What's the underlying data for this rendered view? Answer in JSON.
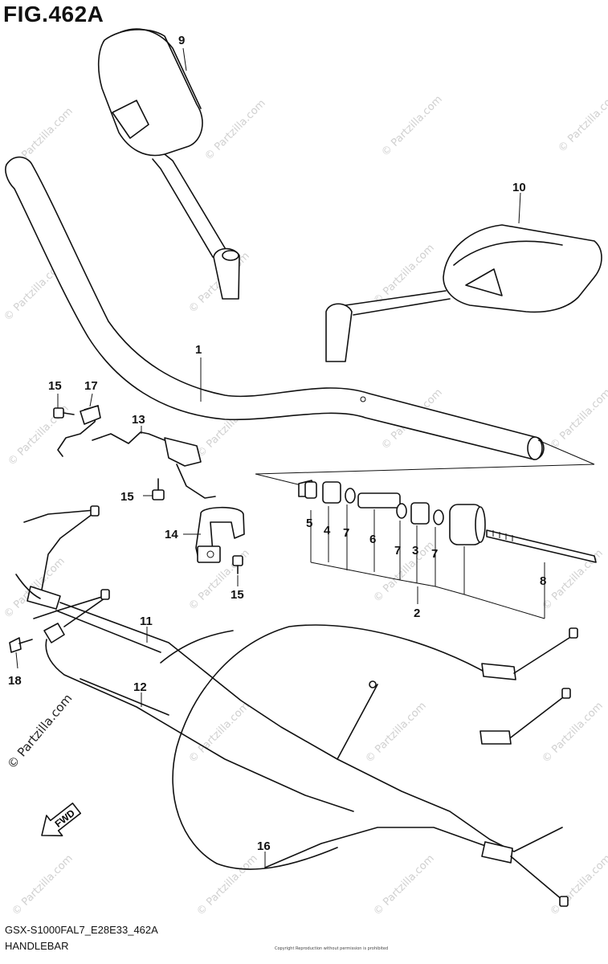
{
  "figure": {
    "title": "FIG.462A",
    "model_code": "GSX-S1000FAL7_E28E33_462A",
    "section_name": "HANDLEBAR",
    "fine_print": "Copyright\nReproduction without permission is prohibited"
  },
  "watermark": "© Partzilla.com",
  "fwd_label": "FWD",
  "callouts": [
    {
      "id": "1",
      "label": "1"
    },
    {
      "id": "2",
      "label": "2"
    },
    {
      "id": "3",
      "label": "3"
    },
    {
      "id": "4",
      "label": "4"
    },
    {
      "id": "5",
      "label": "5"
    },
    {
      "id": "6",
      "label": "6"
    },
    {
      "id": "7a",
      "label": "7"
    },
    {
      "id": "7b",
      "label": "7"
    },
    {
      "id": "7c",
      "label": "7"
    },
    {
      "id": "8",
      "label": "8"
    },
    {
      "id": "9",
      "label": "9"
    },
    {
      "id": "10",
      "label": "10"
    },
    {
      "id": "11",
      "label": "11"
    },
    {
      "id": "12",
      "label": "12"
    },
    {
      "id": "13",
      "label": "13"
    },
    {
      "id": "14",
      "label": "14"
    },
    {
      "id": "15a",
      "label": "15"
    },
    {
      "id": "15b",
      "label": "15"
    },
    {
      "id": "15c",
      "label": "15"
    },
    {
      "id": "16",
      "label": "16"
    },
    {
      "id": "17",
      "label": "17"
    },
    {
      "id": "18",
      "label": "18"
    }
  ]
}
